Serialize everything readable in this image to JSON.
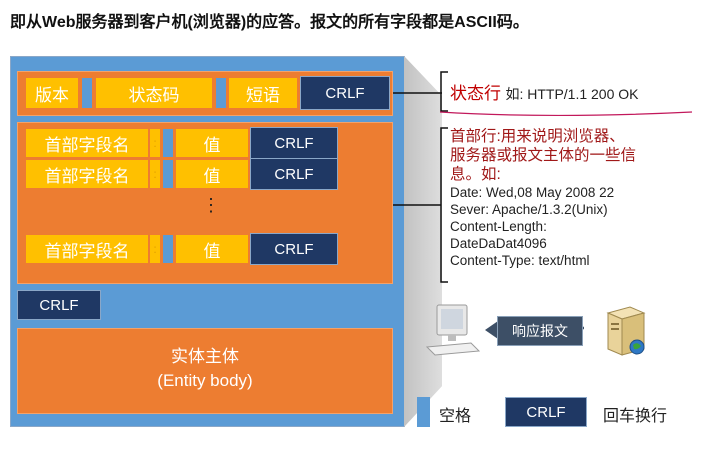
{
  "title": "即从Web服务器到客户机(浏览器)的应答。报文的所有字段都是ASCII码。",
  "status_line": {
    "fields": [
      "版本",
      "状态码",
      "短语"
    ],
    "crlf": "CRLF"
  },
  "header_rows": [
    {
      "name": "首部字段名",
      "colon": ":",
      "value": "值",
      "crlf": "CRLF"
    },
    {
      "name": "首部字段名",
      "colon": ":",
      "value": "值",
      "crlf": "CRLF"
    },
    {
      "name": "首部字段名",
      "colon": ":",
      "value": "值",
      "crlf": "CRLF"
    }
  ],
  "ellipsis": "⋮",
  "blank_crlf": "CRLF",
  "entity": {
    "line1": "实体主体",
    "line2": "(Entity body)"
  },
  "annotation_status": {
    "label": "状态行",
    "example": "如: HTTP/1.1 200 OK"
  },
  "annotation_header": {
    "lines": [
      "首部行:用来说明浏览器、",
      "服务器或报文主体的一些信",
      "息。如:"
    ],
    "examples": [
      "Date:  Wed,08 May 2008 22",
      "Sever:  Apache/1.3.2(Unix)",
      "Content-Length:",
      "DateDaDat4096",
      "Content-Type:  text/html"
    ]
  },
  "response_label": "响应报文",
  "legend": {
    "space_label": "空格",
    "crlf_box": "CRLF",
    "crlf_label": "回车换行"
  },
  "colors": {
    "panel_blue": "#5b9bd5",
    "orange": "#ed7d31",
    "yellow": "#ffc000",
    "navy": "#1f3864",
    "annotation_red": "#c00000"
  }
}
